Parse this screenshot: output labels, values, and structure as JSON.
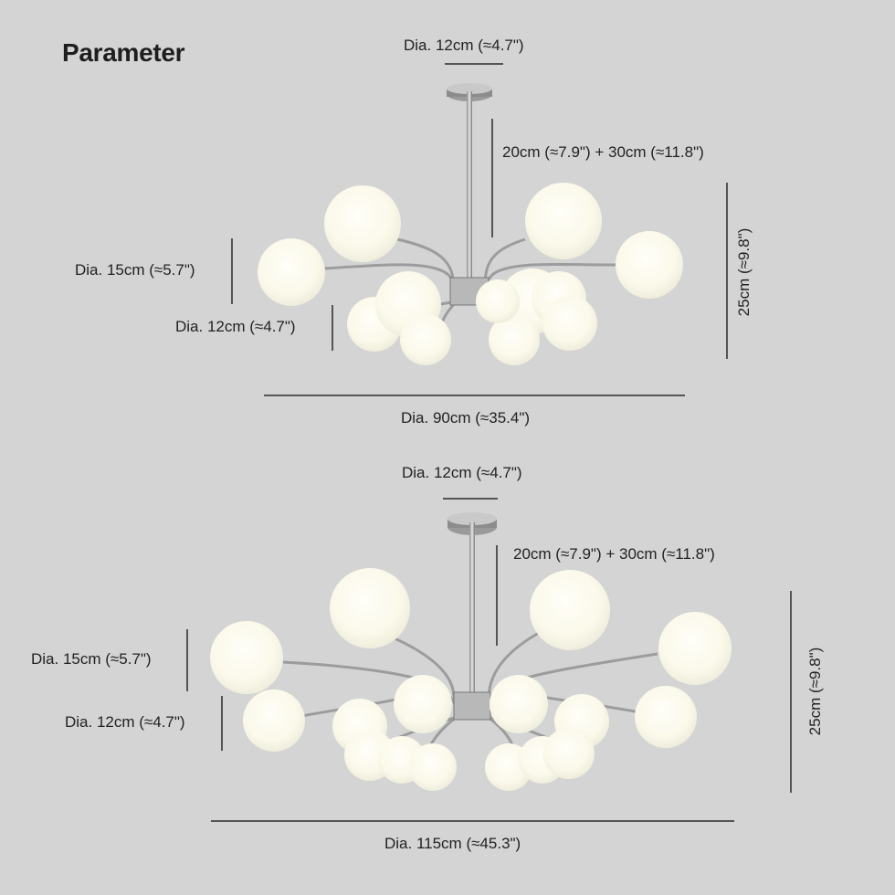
{
  "page": {
    "title": "Parameter",
    "background_color": "#d4d4d4",
    "text_color": "#222222",
    "line_color": "#555555"
  },
  "lamp_small": {
    "name": "12-light chandelier",
    "globe_count": 12,
    "labels": {
      "canopy_dia": "Dia. 12cm (≈4.7\")",
      "rod_length": "20cm (≈7.9\") + 30cm (≈11.8\")",
      "large_globe_dia": "Dia. 15cm (≈5.7\")",
      "small_globe_dia": "Dia. 12cm (≈4.7\")",
      "height": "25cm (≈9.8\")",
      "overall_dia": "Dia. 90cm (≈35.4\")"
    }
  },
  "lamp_large": {
    "name": "16-light chandelier",
    "globe_count": 16,
    "labels": {
      "canopy_dia": "Dia. 12cm (≈4.7\")",
      "rod_length": "20cm (≈7.9\") + 30cm (≈11.8\")",
      "large_globe_dia": "Dia. 15cm (≈5.7\")",
      "small_globe_dia": "Dia. 12cm (≈4.7\")",
      "height": "25cm (≈9.8\")",
      "overall_dia": "Dia. 115cm (≈45.3\")"
    }
  },
  "colors": {
    "globe": "#fbf9ee",
    "chrome": "#a8a8a8",
    "chrome_dark": "#7a7a7a"
  }
}
